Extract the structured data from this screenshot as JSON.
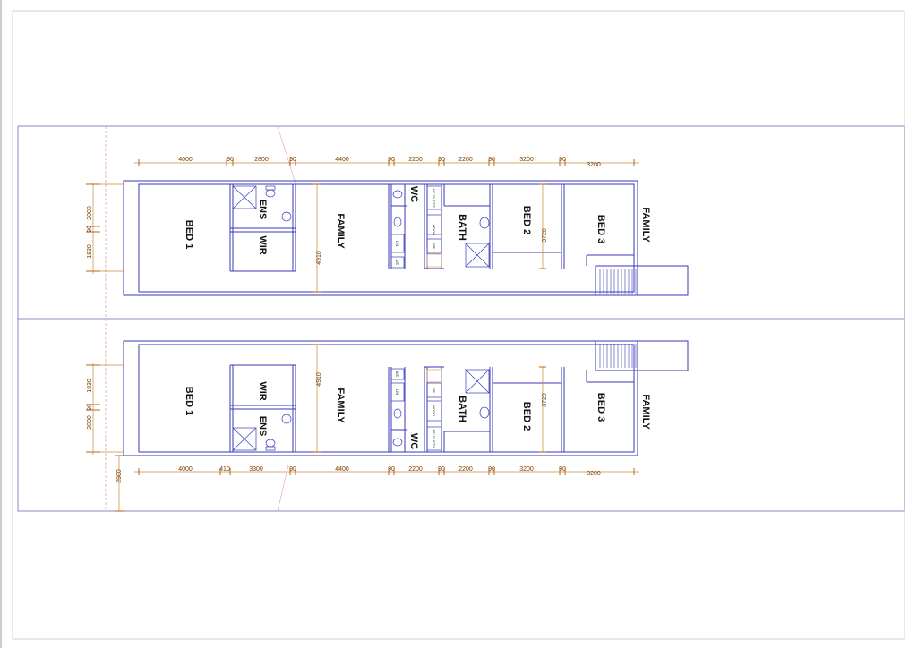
{
  "rooms": {
    "bed1": "BED 1",
    "ens": "ENS",
    "wir": "WIR",
    "family": "FAMILY",
    "wc": "WC",
    "bath": "BATH",
    "bed2": "BED 2",
    "bed3": "BED 3"
  },
  "fixtures": {
    "ac_ducts": "A/C DUCTS",
    "lin": "LIN",
    "br": "BR",
    "hood": "HOOD",
    "ac": "A/C"
  },
  "top_unit": {
    "horizontal_dims": [
      "4000",
      "90",
      "2800",
      "90",
      "4400",
      "90",
      "2200",
      "90",
      "2200",
      "90",
      "3200",
      "90",
      "3200"
    ],
    "vertical_dims_left": [
      "2000",
      "90",
      "1830"
    ],
    "dim_family": "4910",
    "dim_bed2": "3720"
  },
  "bottom_unit": {
    "horizontal_dims": [
      "4000",
      "410",
      "3300",
      "90",
      "4400",
      "90",
      "2200",
      "90",
      "2200",
      "90",
      "3200",
      "90",
      "3200"
    ],
    "vertical_dims_left": [
      "1830",
      "90",
      "2000"
    ],
    "dim_family": "4910",
    "dim_bed2": "3720",
    "dim_setback": "2900"
  },
  "colors": {
    "wall": "#3a3ab8",
    "dimension": "#b05a00",
    "boundary": "#6a6ab8",
    "frame": "#c8c8b8"
  }
}
